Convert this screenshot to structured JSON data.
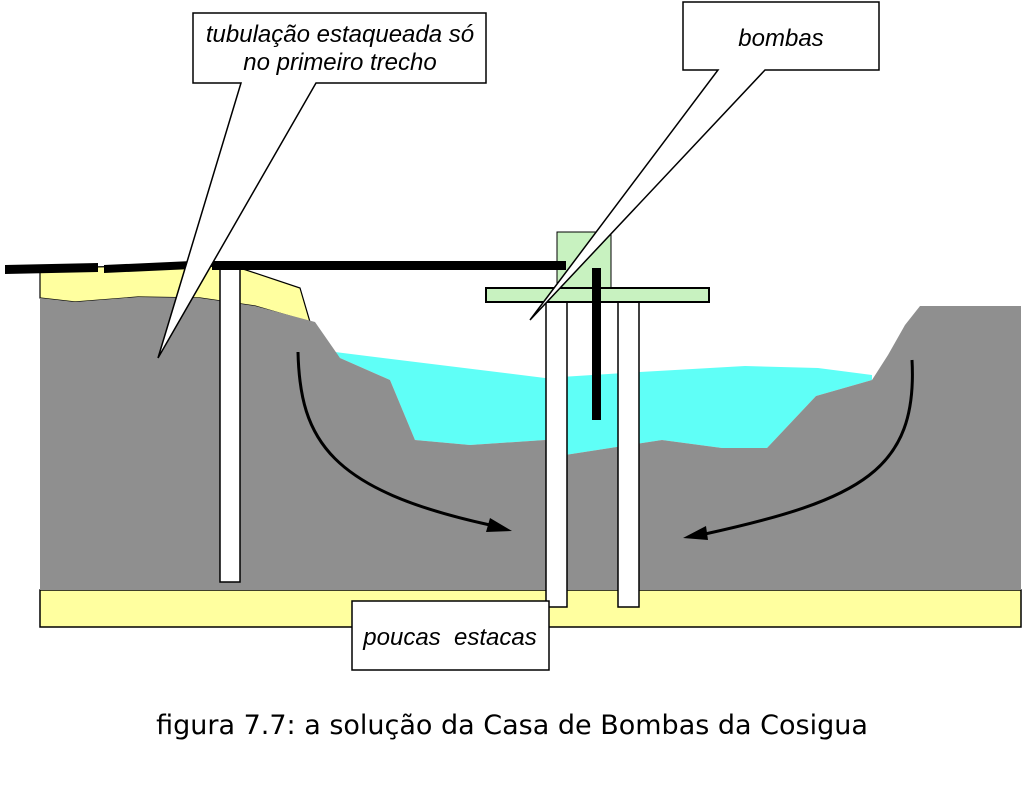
{
  "callouts": {
    "pipe_line1": "tubulação estaqueada só",
    "pipe_line2": "no primeiro trecho",
    "pumps": "bombas",
    "piles": "poucas  estacas"
  },
  "caption": "figura 7.7: a solução da Casa de Bombas da Cosigua",
  "colors": {
    "soil": "#8f8f8f",
    "sand": "#ffff9f",
    "water": "#5ffff7",
    "pump_house": "#c8f2c0",
    "pile": "#ffffff",
    "outline": "#000000"
  }
}
